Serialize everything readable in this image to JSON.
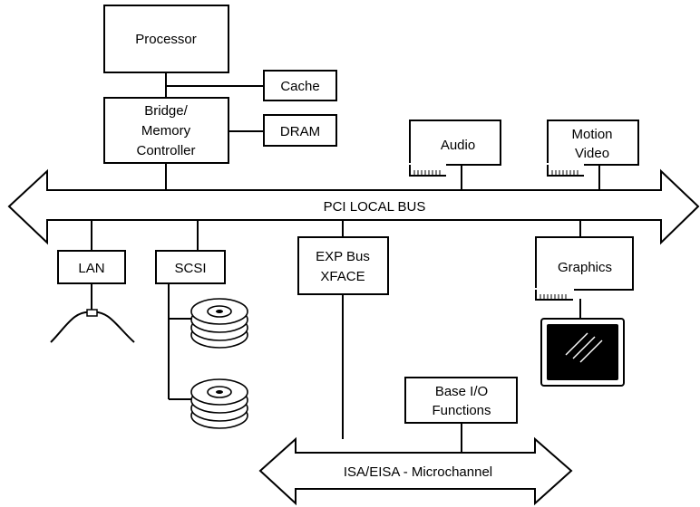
{
  "nodes": {
    "processor": "Processor",
    "cache": "Cache",
    "bridge": [
      "Bridge/",
      "Memory",
      "Controller"
    ],
    "dram": "DRAM",
    "audio": "Audio",
    "motion_video": [
      "Motion",
      "Video"
    ],
    "pci_bus": "PCI LOCAL BUS",
    "lan": "LAN",
    "scsi": "SCSI",
    "exp_bus": [
      "EXP Bus",
      "XFACE"
    ],
    "graphics": "Graphics",
    "base_io": [
      "Base I/O",
      "Functions"
    ],
    "isa_bus": "ISA/EISA - Microchannel"
  }
}
